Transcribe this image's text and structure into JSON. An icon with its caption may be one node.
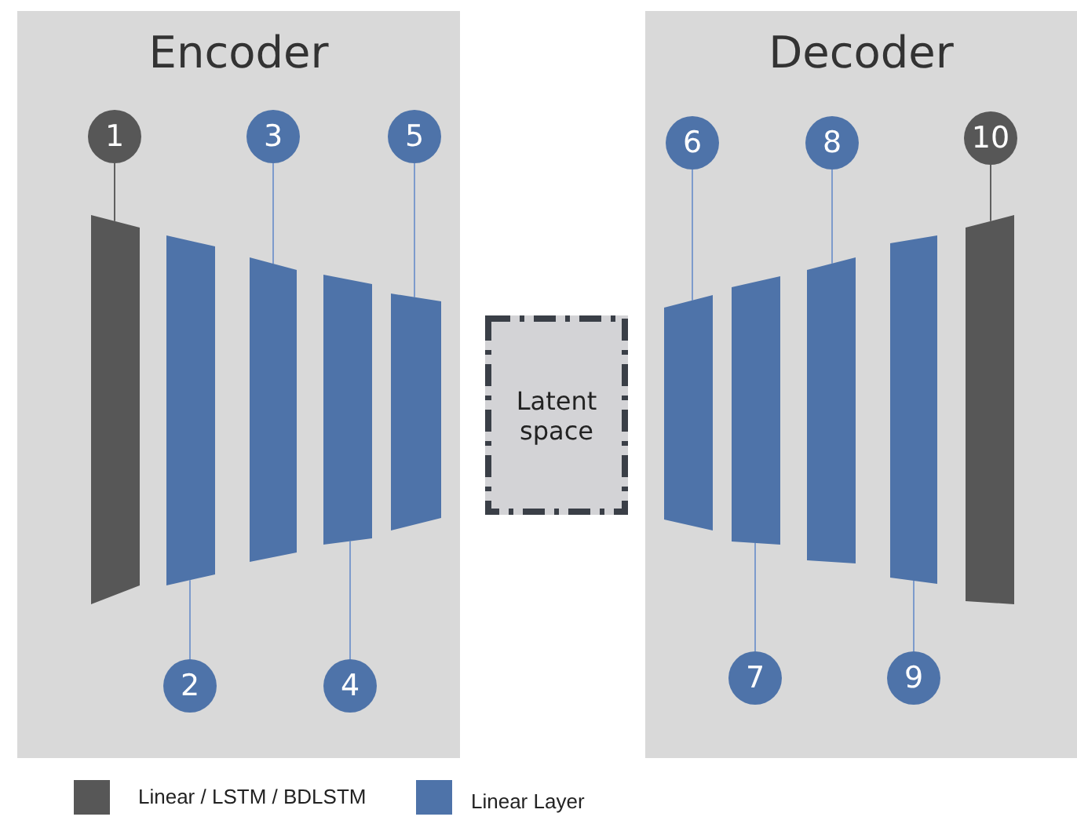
{
  "diagram": {
    "nodes": [
      {
        "text": [
          "Encoder"
        ]
      },
      {
        "text": [],
        "shape": "bar",
        "in": 0
      },
      {
        "text": [],
        "shape": "bar",
        "in": 0
      },
      {
        "text": [],
        "shape": "bar",
        "in": 0
      },
      {
        "text": [],
        "shape": "bar",
        "in": 0
      },
      {
        "text": [],
        "shape": "bar",
        "in": 0
      },
      {
        "text": [
          "1"
        ],
        "in": 0
      },
      {
        "text": [
          "3"
        ],
        "in": 0
      },
      {
        "text": [
          "5"
        ],
        "in": 0
      },
      {
        "text": [
          "2"
        ],
        "in": 0
      },
      {
        "text": [
          "4"
        ],
        "in": 0
      },
      {
        "text": [
          "Latent space"
        ]
      },
      {
        "text": [
          "Decoder"
        ]
      },
      {
        "text": [],
        "shape": "bar",
        "in": 12
      },
      {
        "text": [],
        "shape": "bar",
        "in": 12
      },
      {
        "text": [],
        "shape": "bar",
        "in": 12
      },
      {
        "text": [],
        "shape": "bar",
        "in": 12
      },
      {
        "text": [],
        "shape": "bar",
        "in": 12
      },
      {
        "text": [
          "6"
        ],
        "in": 12
      },
      {
        "text": [
          "8"
        ],
        "in": 12
      },
      {
        "text": [
          "10"
        ],
        "in": 12
      },
      {
        "text": [
          "7"
        ],
        "in": 12
      },
      {
        "text": [
          "9"
        ],
        "in": 12
      }
    ],
    "edges": [
      {
        "from": 6,
        "to": 1,
        "arrow": "none",
        "color": "#606060"
      },
      {
        "from": 9,
        "to": 2,
        "arrow": "none"
      },
      {
        "from": 7,
        "to": 3,
        "arrow": "none"
      },
      {
        "from": 10,
        "to": 4,
        "arrow": "none"
      },
      {
        "from": 8,
        "to": 5,
        "arrow": "none"
      },
      {
        "from": 18,
        "to": 13,
        "arrow": "none"
      },
      {
        "from": 21,
        "to": 14,
        "arrow": "none"
      },
      {
        "from": 19,
        "to": 15,
        "arrow": "none"
      },
      {
        "from": 22,
        "to": 16,
        "arrow": "none"
      },
      {
        "from": 20,
        "to": 17,
        "arrow": "none",
        "color": "#606060"
      }
    ],
    "legend": [
      {
        "text": "Linear / LSTM / BDLSTM",
        "color": "#575757"
      },
      {
        "text": "Linear Layer",
        "color": "#4e73a9"
      }
    ]
  }
}
